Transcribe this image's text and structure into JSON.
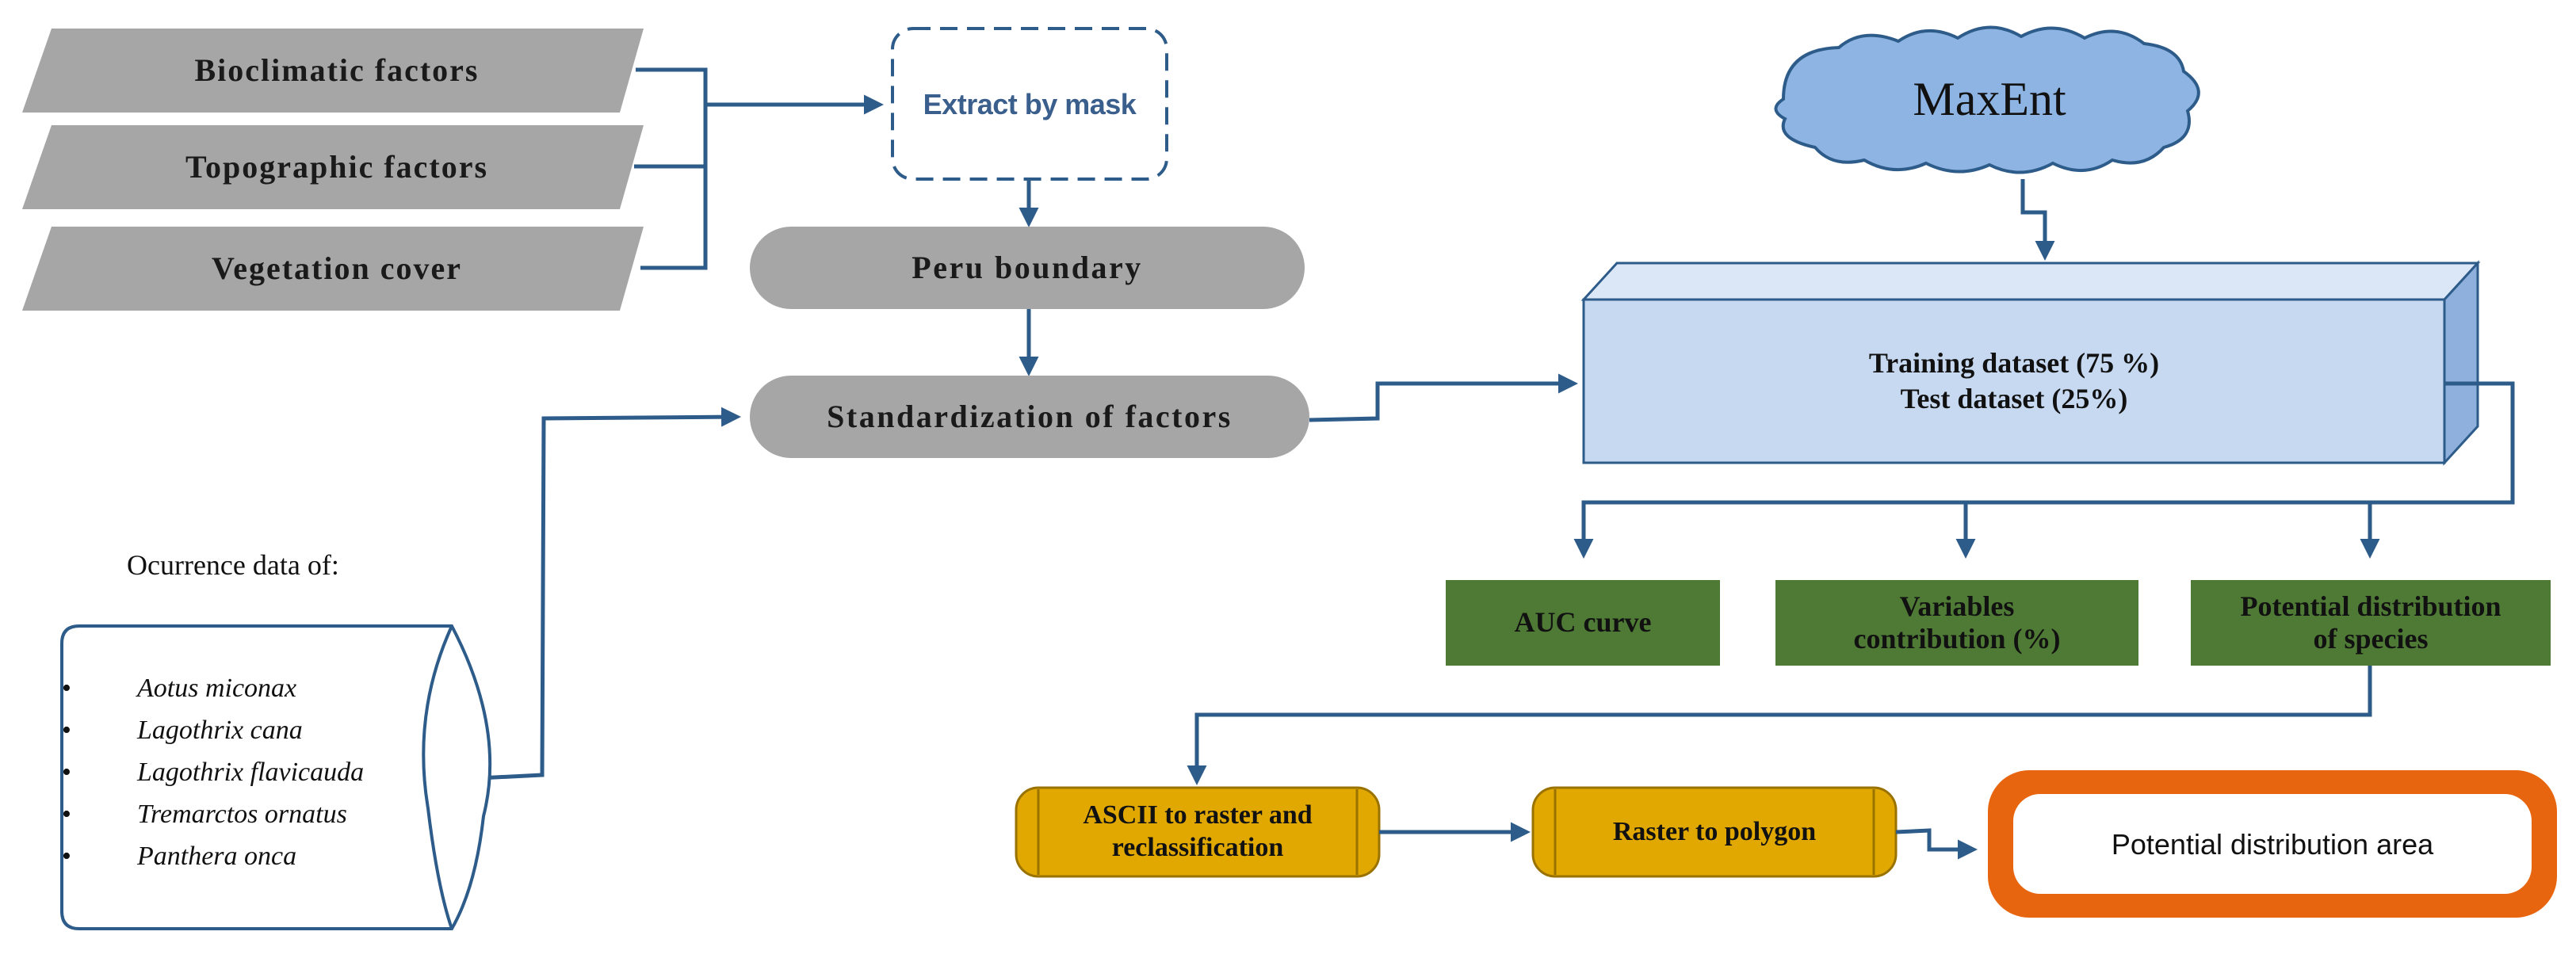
{
  "inputs": {
    "bioclimatic": "Bioclimatic factors",
    "topographic": "Topographic factors",
    "vegetation": "Vegetation cover"
  },
  "extract_by_mask": "Extract by mask",
  "peru_boundary": "Peru boundary",
  "standardization": "Standardization of factors",
  "maxent": "MaxEnt",
  "datasets": {
    "training": "Training dataset (75 %)",
    "test": "Test dataset (25%)"
  },
  "outputs": {
    "auc": "AUC curve",
    "variables_line1": "Variables",
    "variables_line2": "contribution (%)",
    "potential_line1": "Potential distribution",
    "potential_line2": "of species"
  },
  "occurrence": {
    "title": "Ocurrence data of:",
    "species": [
      "Aotus miconax",
      "Lagothrix cana",
      "Lagothrix flavicauda",
      "Tremarctos ornatus",
      "Panthera onca"
    ]
  },
  "processing": {
    "ascii_line1": "ASCII to raster and",
    "ascii_line2": "reclassification",
    "raster_polygon": "Raster to polygon"
  },
  "final": "Potential distribution area",
  "colors": {
    "gray_shape": "#a6a6a6",
    "arrow": "#2e5c8a",
    "maxent_fill": "#8eb4e3",
    "box_front": "#c6d9f1",
    "box_side": "#8fb0dc",
    "green": "#4f7a35",
    "yellow": "#e0a800",
    "orange": "#e8650f"
  }
}
